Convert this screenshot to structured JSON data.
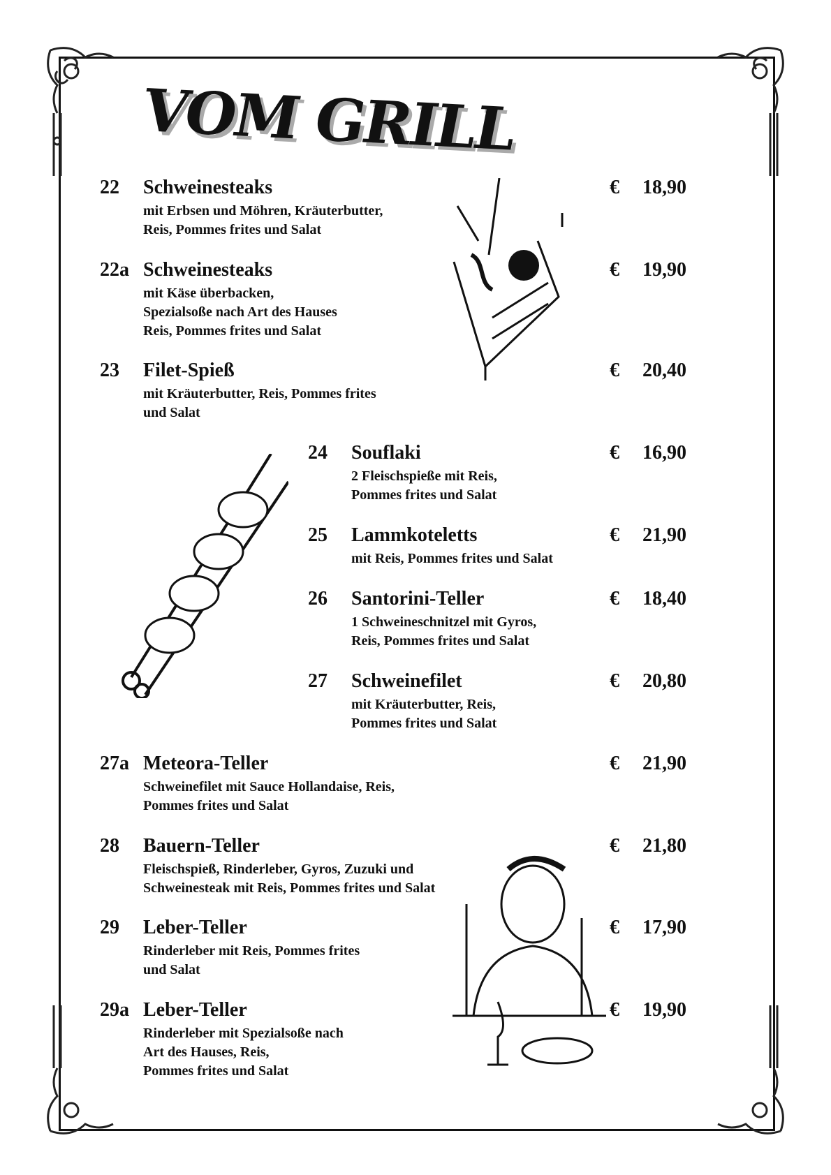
{
  "title": "VOM GRILL",
  "currency": "€",
  "items": [
    {
      "num": "22",
      "name": "Schweinesteaks",
      "desc": [
        "mit Erbsen und Möhren, Kräuterbutter,",
        "Reis, Pommes frites und Salat"
      ],
      "price": "18,90"
    },
    {
      "num": "22a",
      "name": "Schweinesteaks",
      "desc": [
        "mit Käse überbacken,",
        "Spezialsoße nach Art des Hauses",
        "Reis, Pommes frites und Salat"
      ],
      "price": "19,90"
    },
    {
      "num": "23",
      "name": "Filet-Spieß",
      "desc": [
        "mit Kräuterbutter, Reis, Pommes frites",
        "und Salat"
      ],
      "price": "20,40"
    },
    {
      "num": "24",
      "name": "Souflaki",
      "desc": [
        "2 Fleischspieße mit Reis,",
        "Pommes frites und Salat"
      ],
      "price": "16,90"
    },
    {
      "num": "25",
      "name": "Lammkoteletts",
      "desc": [
        "mit Reis, Pommes frites und Salat"
      ],
      "price": "21,90"
    },
    {
      "num": "26",
      "name": "Santorini-Teller",
      "desc": [
        "1  Schweineschnitzel mit Gyros,",
        "Reis, Pommes frites und Salat"
      ],
      "price": "18,40"
    },
    {
      "num": "27",
      "name": "Schweinefilet",
      "desc": [
        "mit Kräuterbutter, Reis,",
        "Pommes frites und Salat"
      ],
      "price": "20,80"
    },
    {
      "num": "27a",
      "name": "Meteora-Teller",
      "desc": [
        "Schweinefilet mit Sauce Hollandaise, Reis,",
        "Pommes frites und Salat"
      ],
      "price": "21,90"
    },
    {
      "num": "28",
      "name": "Bauern-Teller",
      "desc": [
        "Fleischspieß, Rinderleber, Gyros, Zuzuki und",
        "Schweinesteak mit Reis, Pommes frites und Salat"
      ],
      "price": "21,80"
    },
    {
      "num": "29",
      "name": "Leber-Teller",
      "desc": [
        "Rinderleber mit Reis, Pommes frites",
        "und Salat"
      ],
      "price": "17,90"
    },
    {
      "num": "29a",
      "name": "Leber-Teller",
      "desc": [
        "Rinderleber mit Spezialsoße nach",
        "Art des Hauses, Reis,",
        "Pommes frites und Salat"
      ],
      "price": "19,90"
    }
  ]
}
